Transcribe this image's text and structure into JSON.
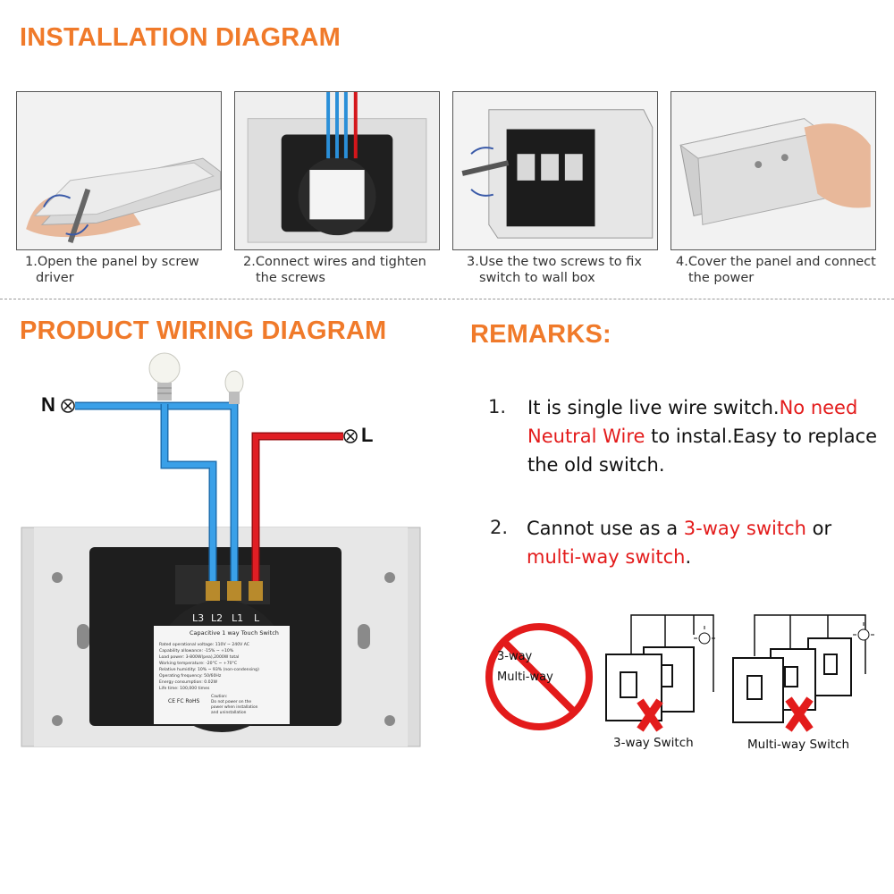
{
  "installation": {
    "heading": "INSTALLATION DIAGRAM",
    "steps": [
      {
        "line1": "1.Open the panel by screw",
        "line2": "driver"
      },
      {
        "line1": "2.Connect wires and tighten",
        "line2": "the screws"
      },
      {
        "line1": "3.Use the two screws to fix",
        "line2": "switch to wall box"
      },
      {
        "line1": "4.Cover the panel and connect",
        "line2": "the power"
      }
    ]
  },
  "wiring": {
    "heading": "PRODUCT WIRING DIAGRAM",
    "neutral_label": "N",
    "live_label": "L",
    "terminals": [
      "L3",
      "L2",
      "L1",
      "L"
    ],
    "module_title": "Capacitive 1 way Touch Switch",
    "specs": [
      "Rated operational voltage: 110V ~ 240V AC",
      "Capability allowance: -15% ~ +10%",
      "Load power: 3-800W(pea),2000W  total",
      "Working temperature: -20°C ~ +70°C",
      "Relative humidity: 10% ~ 93% (non-condensing)",
      "Operating frequency: 50/60Hz",
      "Energy consumption: 0.02W",
      "Life time: 100,000 times"
    ],
    "caution": [
      "Caution:",
      "Do not power on the",
      "power when installation",
      "and uninstallation"
    ],
    "cert": "CE FC RoHS"
  },
  "remarks": {
    "heading": "REMARKS:",
    "item1": {
      "num": "1.",
      "a": "It is single live wire switch.",
      "b": "No need",
      "c": "Neutral Wire",
      "d": " to instal.Easy to replace",
      "e": "the old switch."
    },
    "item2": {
      "num": "2.",
      "a": "Cannot use as a ",
      "b": "3-way switch",
      "c": " or",
      "d": "multi-way switch",
      "e": "."
    },
    "no_sign": {
      "line1": "3-way",
      "line2": "Multi-way"
    },
    "three_way_caption": "3-way Switch",
    "multi_way_caption": "Multi-way Switch"
  },
  "colors": {
    "accent": "#f07a2a",
    "warning_red": "#e31b1b",
    "blue_wire": "#2a8fd8",
    "red_wire": "#d4161b"
  }
}
